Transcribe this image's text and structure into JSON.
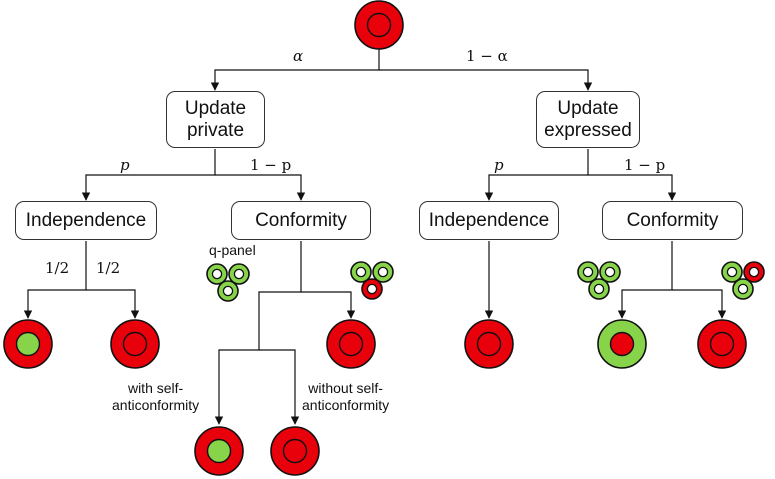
{
  "colors": {
    "red": "#e8000b",
    "green": "#87d44a",
    "outline": "#111111"
  },
  "branches": {
    "alpha": "α",
    "one_minus_alpha": "1 − α",
    "p_left": "p",
    "one_minus_p_left": "1 − p",
    "p_right": "p",
    "one_minus_p_right": "1 − p",
    "half_left": "1/2",
    "half_right": "1/2"
  },
  "boxes": {
    "update_private": "Update\nprivate",
    "update_expressed": "Update\nexpressed",
    "independence_left": "Independence",
    "conformity_left": "Conformity",
    "independence_right": "Independence",
    "conformity_right": "Conformity"
  },
  "labels": {
    "q_panel": "q-panel",
    "with_self": "with self-\nanticonformity",
    "without_self": "without self-\nanticonformity"
  }
}
